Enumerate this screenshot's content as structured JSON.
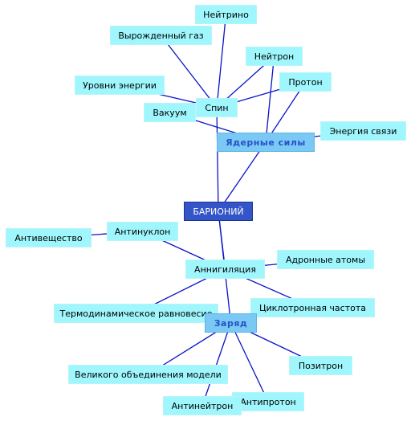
{
  "diagram": {
    "root": "БАРИОНИЙ",
    "hubs": {
      "nuclear": "Ядерные силы",
      "charge": "Заряд"
    },
    "nodes": {
      "neutrino": "Нейтрино",
      "degenerate_gas": "Вырожденный газ",
      "neutron": "Нейтрон",
      "proton": "Протон",
      "energy_levels": "Уровни энергии",
      "vacuum": "Вакуум",
      "spin": "Спин",
      "binding_energy": "Энергия связи",
      "antimatter": "Антивещество",
      "antinucleon": "Антинуклон",
      "annihilation": "Аннигиляция",
      "hadron_atoms": "Адронные атомы",
      "thermo_equilibrium": "Термодинамическое равновесие",
      "cyclotron_freq": "Циклотронная частота",
      "gut_model": "Великого объединения модели",
      "positron": "Позитрон",
      "antineutron": "Антинейтрон",
      "antiproton": "Антипротон"
    },
    "edge_color": "#0a14c8",
    "leaf_color": "#9ff7fd",
    "hub_color": "#7ac9f5",
    "root_color": "#3355c8"
  }
}
